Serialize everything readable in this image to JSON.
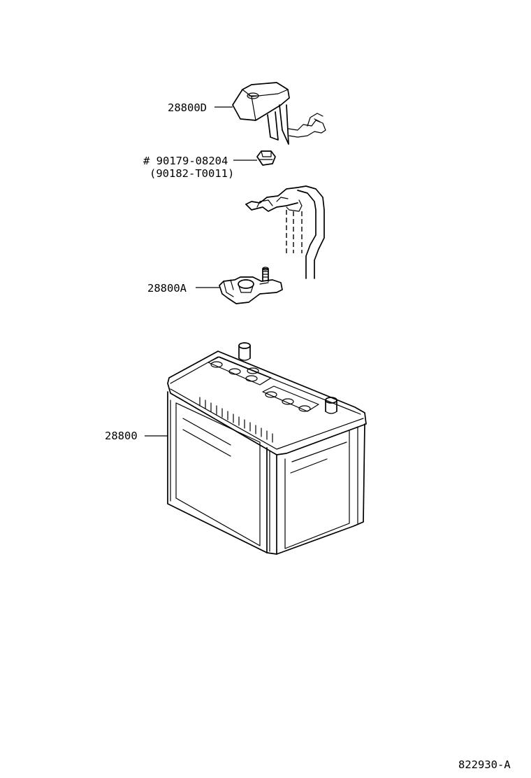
{
  "parts": {
    "cover_label": "28800D",
    "nut_label": "# 90179-08204",
    "nut_alt_label": "(90182-T0011)",
    "terminal_label": "28800A",
    "battery_label": "28800"
  },
  "diagram_id": "822930-A",
  "icons": [
    "terminal-cover-icon",
    "nut-icon",
    "cable-clamp-icon",
    "battery-terminal-icon",
    "battery-icon"
  ]
}
